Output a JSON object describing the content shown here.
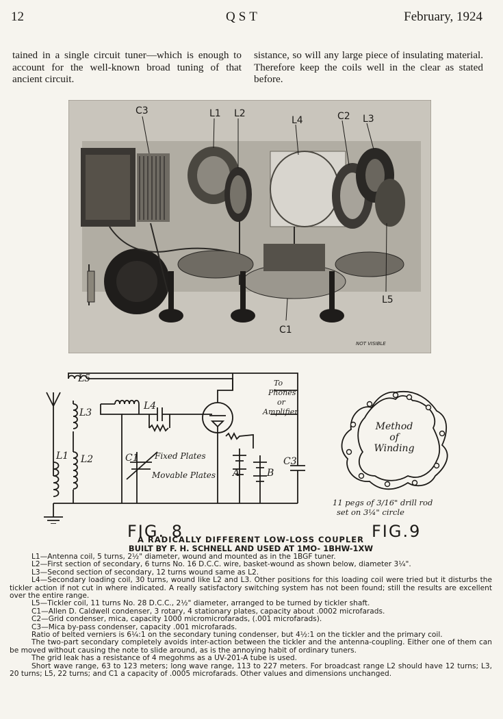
{
  "header": {
    "page_number": "12",
    "journal": "QST",
    "date": "February, 1924"
  },
  "body_text": {
    "left": "tained in a single circuit tuner—which is enough to account for the well-known broad tuning of that ancient circuit.",
    "right": "sistance, so will any large piece of insulating material. Therefore keep the coils well in the clear as stated before."
  },
  "photo": {
    "labels": [
      "C3",
      "L1",
      "L2",
      "L4",
      "C2",
      "L3",
      "L5",
      "C1"
    ],
    "note": "NOT VISIBLE"
  },
  "fig8": {
    "label": "FIG. 8",
    "labels": {
      "L5": "L5",
      "L3": "L3",
      "L4": "L4",
      "L1": "L1",
      "L2": "L2",
      "C1": "C1",
      "C3": "C3",
      "A": "A",
      "B": "B",
      "fixed": "Fixed Plates",
      "movable": "Movable Plates",
      "phones": [
        "To",
        "Phones",
        "or",
        "Amplifier"
      ]
    }
  },
  "fig9": {
    "label": "FIG.9",
    "center": [
      "Method",
      "of",
      "Winding"
    ],
    "note_lines": [
      "11 pegs of 3/16\" drill rod",
      "set on 3¼\" circle"
    ]
  },
  "caption": {
    "title": "A RADICALLY DIFFERENT LOW-LOSS COUPLER",
    "subtitle": "BUILT BY F. H. SCHNELL AND USED AT 1MO- 1BHW-1XW",
    "lines": [
      "L1—Antenna coil, 5 turns, 2½\" diameter, wound and mounted as in the 1BGF tuner.",
      "L2—First section of secondary, 6 turns No. 16 D.C.C. wire, basket-wound as shown below, diameter 3¼\".",
      "L3—Second section of secondary, 12 turns wound same as L2.",
      "L4—Secondary loading coil, 30 turns, wound like L2 and L3. Other positions for this loading coil were tried but it disturbs the tickler action if not cut in where indicated. A really satisfactory switching system has not been found; still the results are excellent over the entire range.",
      "L5—Tickler coil, 11 turns No. 28 D.C.C., 2½\" diameter, arranged to be turned by tickler shaft.",
      "C1—Allen D. Caldwell condenser, 3 rotary, 4 stationary plates, capacity about .0002 microfarads.",
      "C2—Grid condenser, mica, capacity 1000 micromicrofarads, (.001 microfarads).",
      "C3—Mica by-pass condenser, capacity .001 microfarads."
    ],
    "paragraphs": [
      "Ratio of belted verniers is 6¼:1 on the secondary tuning condenser, but 4½:1 on the tickler and the primary coil.",
      "The two-part secondary completely avoids inter-action between the tickler and the antenna-coupling. Either one of them can be moved without causing the note to slide around, as is the annoying habit of ordinary tuners.",
      "The grid leak has a resistance of 4 megohms as a UV-201-A tube is used.",
      "Short wave range, 63 to 123 meters; long wave range, 113 to 227 meters. For broadcast range L2 should have 12 turns; L3, 20 turns; L5, 22 turns; and C1 a capacity of .0005 microfarads. Other values and dimensions unchanged."
    ]
  }
}
